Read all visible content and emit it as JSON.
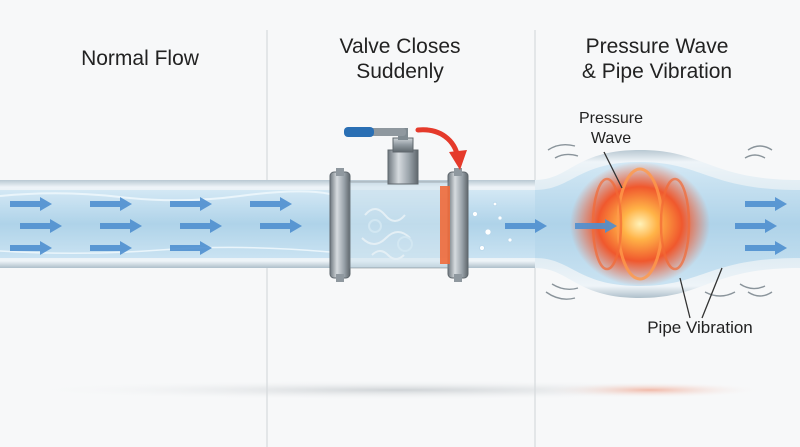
{
  "panels": [
    {
      "title": "Normal Flow"
    },
    {
      "title": "Valve Closes\nSuddenly"
    },
    {
      "title": "Pressure Wave\n& Pipe Vibration"
    }
  ],
  "annotations": {
    "pressure_wave": "Pressure\nWave",
    "pipe_vibration": "Pipe Vibration"
  },
  "colors": {
    "background": "#f7f8f9",
    "pipe_glass": "#cfe3ee",
    "water": "#9ec9e3",
    "flow_arrow": "#4f8fcf",
    "valve_handle": "#2a6fb4",
    "valve_metal": "#9aa3aa",
    "pressure_core": "#ff8a1f",
    "pressure_edge": "#e8442a",
    "close_arrow": "#e53a2b",
    "divider": "#d6dadd"
  },
  "icons": [
    "flow-arrow-icon",
    "valve-handle-icon",
    "rotation-arrow-icon",
    "vibration-wave-icon"
  ]
}
